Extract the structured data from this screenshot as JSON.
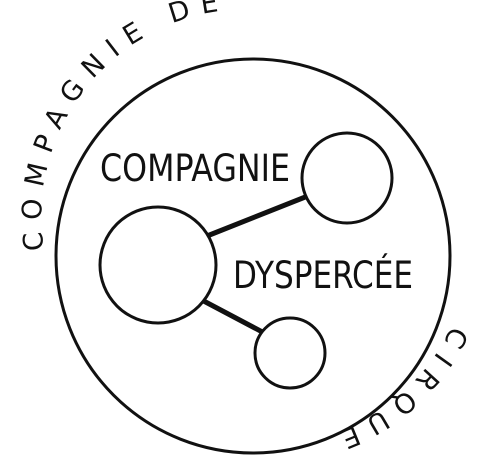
{
  "logo": {
    "ring_top": "COMPAGNIE DE",
    "ring_bottom": "CIRQUE",
    "name_line1": "COMPAGNIE",
    "name_line2": "DYSPERCÉE",
    "ink_color": "#111111",
    "background_color": "#ffffff"
  }
}
